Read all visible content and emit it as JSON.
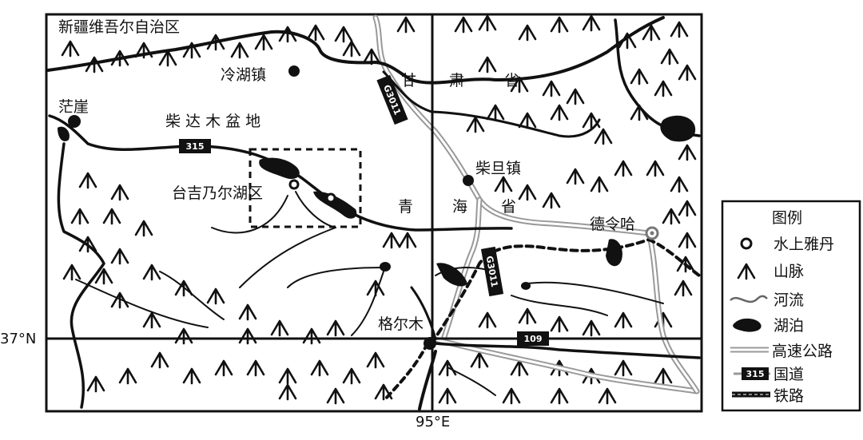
{
  "places": {
    "xinjiang": "新疆维吾尔自治区",
    "lenghu": "冷湖镇",
    "mangya": "茫崖",
    "qaidam": "柴 达 木 盆 地",
    "taiji": "台吉乃尔湖区",
    "gansu": [
      "甘",
      "肃",
      "省"
    ],
    "qinghai": [
      "青",
      "海",
      "省"
    ],
    "chaidan": "柴旦镇",
    "delingha": "德令哈",
    "golmud": "格尔木"
  },
  "roads": {
    "g315": "315",
    "g109": "109",
    "g3011a": "G3011",
    "g3011b": "G3011"
  },
  "coords": {
    "lat": "37°N",
    "lon": "95°E"
  },
  "legend": {
    "title": "图例",
    "items": [
      {
        "icon": "yardang-icon",
        "label": "水上雅丹"
      },
      {
        "icon": "mountain-icon",
        "label": "山脉"
      },
      {
        "icon": "river-icon",
        "label": "河流"
      },
      {
        "icon": "lake-icon",
        "label": "湖泊"
      },
      {
        "icon": "highway-icon",
        "label": "高速公路"
      },
      {
        "icon": "national-road-icon",
        "label": "国道",
        "badge": "315"
      },
      {
        "icon": "railway-icon",
        "label": "铁路"
      }
    ]
  }
}
